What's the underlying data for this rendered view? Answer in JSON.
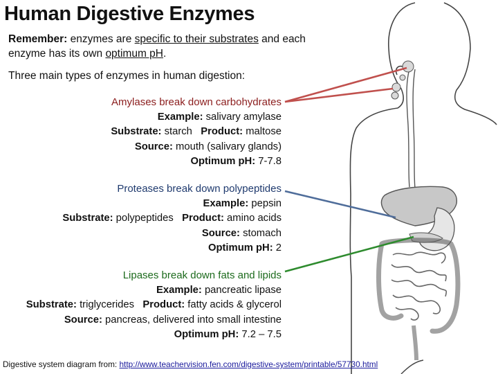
{
  "title": "Human Digestive Enzymes",
  "reminder": {
    "label": "Remember:",
    "part1": " enzymes are ",
    "underlined": "specific to their substrates",
    "part2": " and each enzyme has its own ",
    "underlined2": "optimum pH",
    "end": "."
  },
  "intro": "Three main types of enzymes in human digestion:",
  "amylases": {
    "heading": "Amylases break down carbohydrates",
    "example_label": "Example:",
    "example": " salivary amylase",
    "substrate_label": "Substrate:",
    "substrate": " starch",
    "product_label": "Product:",
    "product": " maltose",
    "source_label": "Source:",
    "source": " mouth (salivary glands)",
    "ph_label": "Optimum pH:",
    "ph": " 7-7.8"
  },
  "proteases": {
    "heading": "Proteases break down polypeptides",
    "example_label": "Example:",
    "example": " pepsin",
    "substrate_label": "Substrate:",
    "substrate": " polypeptides",
    "product_label": "Product:",
    "product": " amino acids",
    "source_label": "Source:",
    "source": " stomach",
    "ph_label": "Optimum pH:",
    "ph": " 2"
  },
  "lipases": {
    "heading": "Lipases break down fats and lipids",
    "example_label": "Example:",
    "example": " pancreatic lipase",
    "substrate_label": "Substrate:",
    "substrate": " triglycerides",
    "product_label": "Product:",
    "product": " fatty acids & glycerol",
    "source_label": "Source:",
    "source": " pancreas, delivered into small intestine",
    "ph_label": "Optimum pH:",
    "ph": " 7.2 – 7.5"
  },
  "credit": {
    "text": "Digestive system diagram from: ",
    "link": "http://www.teachervision.fen.com/digestive-system/printable/57730.html"
  },
  "colors": {
    "amylase_arrow": "#c0504d",
    "protease_arrow": "#4f6d9a",
    "lipase_arrow": "#2e8b2e"
  }
}
